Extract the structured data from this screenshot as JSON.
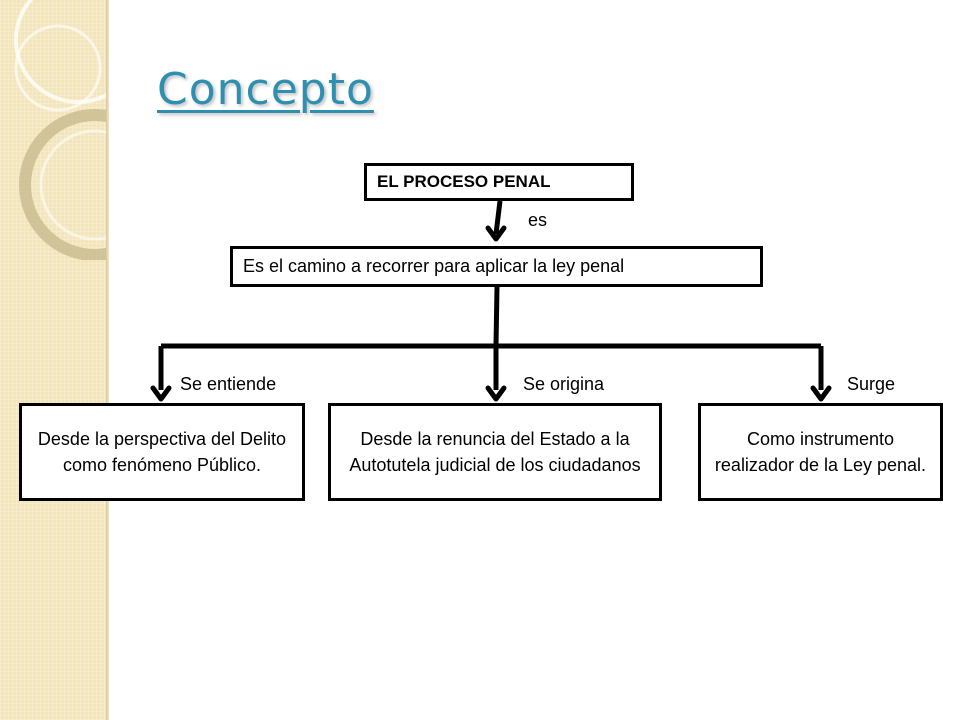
{
  "title": "Concepto",
  "colors": {
    "title": "#2f8fb0",
    "side_panel": "#f4e5b9",
    "box_border": "#000000"
  },
  "diagram": {
    "root": "EL PROCESO PENAL",
    "root_edge_label": "es",
    "definition": "Es el camino a recorrer para aplicar la ley penal",
    "branches": [
      {
        "edge_label": "Se entiende",
        "text": "Desde la perspectiva del Delito como fenómeno Público."
      },
      {
        "edge_label": "Se origina",
        "text": "Desde la renuncia del Estado a la Autotutela judicial de los ciudadanos"
      },
      {
        "edge_label": "Surge",
        "text": "Como instrumento realizador de la Ley penal."
      }
    ]
  }
}
